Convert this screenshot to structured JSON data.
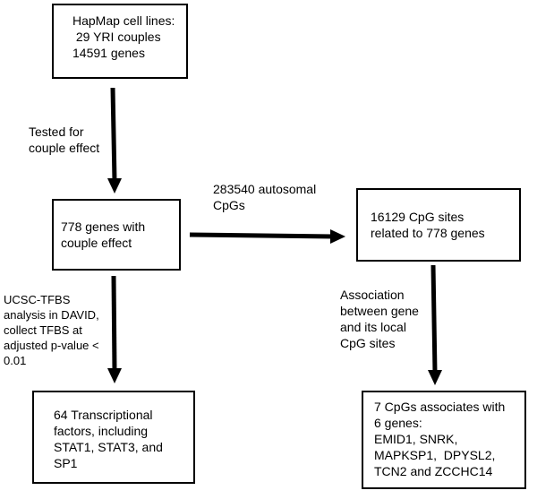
{
  "nodes": {
    "hapmap": {
      "lines": [
        "HapMap cell lines:",
        " 29 YRI couples",
        "14591 genes"
      ]
    },
    "couple": {
      "lines": [
        "778 genes with",
        "couple effect"
      ]
    },
    "cpg": {
      "lines": [
        "16129 CpG sites",
        "related to 778 genes"
      ]
    },
    "tf": {
      "lines": [
        "64 Transcriptional",
        "factors, including",
        "STAT1, STAT3, and",
        "SP1"
      ]
    },
    "assoc": {
      "lines": [
        "7 CpGs associates with",
        "6 genes:",
        "EMID1, SNRK,",
        "MAPKSP1,  DPYSL2,",
        "TCN2 and ZCCHC14"
      ]
    }
  },
  "edges": {
    "tested": {
      "lines": [
        "Tested for",
        "couple effect"
      ]
    },
    "autosomal": {
      "lines": [
        "283540 autosomal",
        "CpGs"
      ]
    },
    "tfbs": {
      "lines": [
        "UCSC-TFBS",
        "analysis in DAVID,",
        "collect TFBS at",
        "adjusted p-value <",
        "0.01"
      ]
    },
    "local": {
      "lines": [
        "Association",
        "between gene",
        "and its local",
        "CpG sites"
      ]
    }
  }
}
